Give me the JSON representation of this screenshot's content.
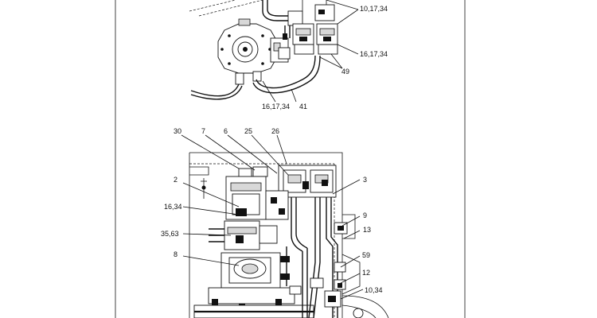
{
  "callouts": {
    "c_10_17_34": "10,17,34",
    "c_16_17_34_right": "16,17,34",
    "c_49": "49",
    "c_16_17_34_bottom": "16,17,34",
    "c_41": "41",
    "c_30": "30",
    "c_7": "7",
    "c_6": "6",
    "c_25": "25",
    "c_26": "26",
    "c_2": "2",
    "c_3": "3",
    "c_16_34": "16,34",
    "c_9": "9",
    "c_13": "13",
    "c_35_63": "35,63",
    "c_8": "8",
    "c_59": "59",
    "c_12": "12",
    "c_10_34": "10,34"
  }
}
